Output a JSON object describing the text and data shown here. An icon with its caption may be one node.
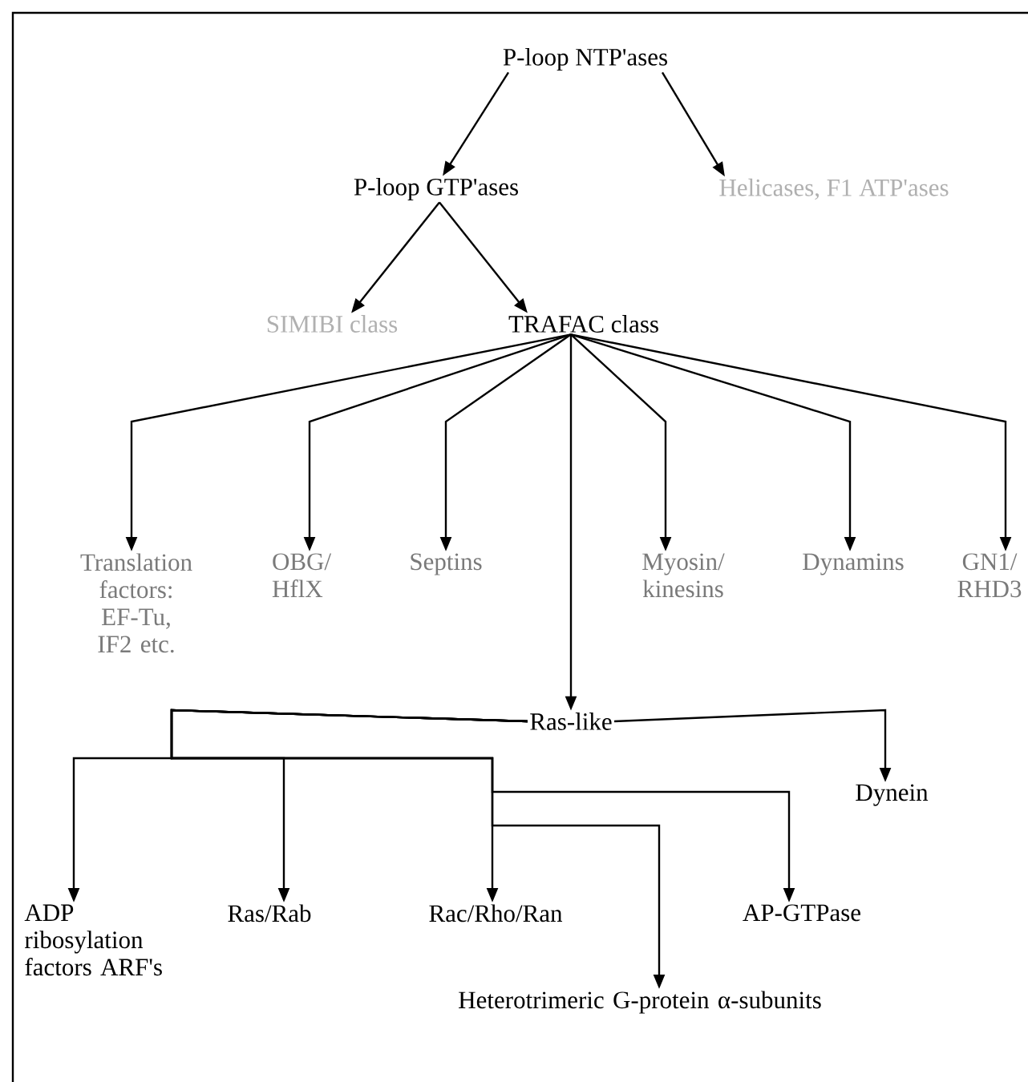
{
  "diagram": {
    "nodes": [
      {
        "text": [
          "P-loop NTP'ases"
        ]
      },
      {
        "text": [
          "P-loop GTP'ases"
        ]
      },
      {
        "text": [
          "Helicases, F1 ATP'ases"
        ]
      },
      {
        "text": [
          "SIMIBI class"
        ]
      },
      {
        "text": [
          "TRAFAC class"
        ]
      },
      {
        "text": [
          "Translation factors: EF-Tu, IF2 etc."
        ]
      },
      {
        "text": [
          "OBG/ HflX"
        ]
      },
      {
        "text": [
          "Septins"
        ]
      },
      {
        "text": [
          "Myosin/ kinesins"
        ]
      },
      {
        "text": [
          "Dynamins"
        ]
      },
      {
        "text": [
          "GN1/ RHD3"
        ]
      },
      {
        "text": [
          "Ras-like"
        ]
      },
      {
        "text": [
          "Dynein"
        ]
      },
      {
        "text": [
          "ADP ribosylation factors ARF's"
        ]
      },
      {
        "text": [
          "Ras/Rab"
        ]
      },
      {
        "text": [
          "Rac/Rho/Ran"
        ]
      },
      {
        "text": [
          "AP-GTPase"
        ]
      },
      {
        "text": [
          "Heterotrimeric G-protein α-subunits"
        ]
      }
    ],
    "edges": [
      {
        "from": 0,
        "to": 1,
        "arrow": "to"
      },
      {
        "from": 0,
        "to": 2,
        "arrow": "to"
      },
      {
        "from": 1,
        "to": 3,
        "arrow": "to"
      },
      {
        "from": 1,
        "to": 4,
        "arrow": "to"
      },
      {
        "from": 4,
        "to": 5,
        "arrow": "to"
      },
      {
        "from": 4,
        "to": 6,
        "arrow": "to"
      },
      {
        "from": 4,
        "to": 7,
        "arrow": "to"
      },
      {
        "from": 4,
        "to": 11,
        "arrow": "to"
      },
      {
        "from": 4,
        "to": 8,
        "arrow": "to"
      },
      {
        "from": 4,
        "to": 9,
        "arrow": "to"
      },
      {
        "from": 4,
        "to": 10,
        "arrow": "to"
      },
      {
        "from": 11,
        "to": 12,
        "arrow": "to"
      },
      {
        "from": 11,
        "to": 13,
        "arrow": "to"
      },
      {
        "from": 11,
        "to": 14,
        "arrow": "to"
      },
      {
        "from": 11,
        "to": 15,
        "arrow": "to"
      },
      {
        "from": 11,
        "to": 16,
        "arrow": "to"
      },
      {
        "from": 11,
        "to": 17,
        "arrow": "to"
      }
    ]
  }
}
